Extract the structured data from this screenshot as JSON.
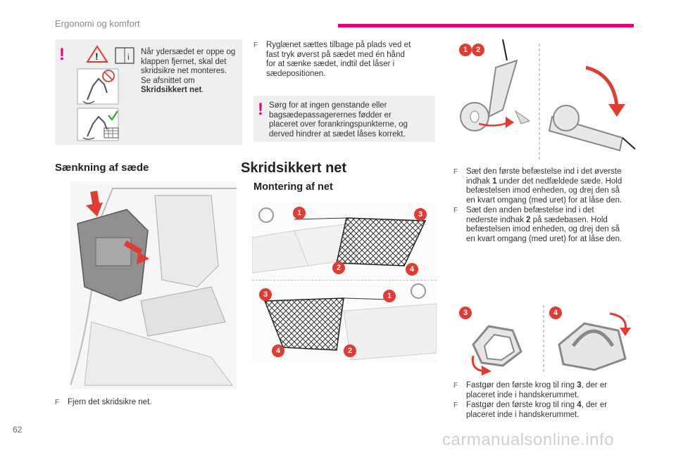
{
  "header": {
    "section_title": "Ergonomi og komfort",
    "accent_color": "#e6007e"
  },
  "page_number": "62",
  "watermark": "carmanualsonline.info",
  "warning_mark": "!",
  "warning_box_1": {
    "text_lines": [
      "Når ydersædet er oppe og",
      "klappen fjernet, skal det",
      "skridsikre net monteres.",
      "Se afsnittet om"
    ],
    "bold": "Skridsikkert net",
    "tail": "."
  },
  "section_lower_seat": {
    "title": "Sænkning af sæde",
    "bullet": "Fjern det skridsikre net."
  },
  "middle_top_bullet": [
    "Ryglænet sættes tilbage på plads ved et",
    "fast tryk øverst på sædet med én hånd",
    "for at sænke sædet, indtil det låser i",
    "sædepositionen."
  ],
  "warning_box_2": [
    "Sørg for at ingen genstande eller",
    "bagsædepassagerernes fødder er",
    "placeret over forankringspunkterne, og",
    "derved hindrer at sædet låses korrekt."
  ],
  "section_net": {
    "title": "Skridsikkert net",
    "subtitle": "Montering af net"
  },
  "right_steps_1": [
    {
      "pre": "Sæt den første befæstelse ind i det øverste",
      "line2_pre": "indhak ",
      "num": "1",
      "line2_post": " under det nedfældede sæde. Hold",
      "rest": [
        "befæstelsen imod enheden, og drej den så",
        "en kvart omgang (med uret) for at låse den."
      ]
    },
    {
      "pre": "Sæt den anden befæstelse ind i det",
      "line2_pre": "nederste indhak ",
      "num": "2",
      "line2_post": " på sædebasen. Hold",
      "rest": [
        "befæstelsen imod enheden, og drej den så",
        "en kvart omgang (med uret) for at låse den."
      ]
    }
  ],
  "right_steps_2": [
    {
      "pre": "Fastgør den første krog til ring ",
      "num": "3",
      "post": ", der er",
      "line2": "placeret inde i handskerummet."
    },
    {
      "pre": "Fastgør den første krog til ring ",
      "num": "4",
      "post": ", der er",
      "line2": "placeret inde i handskerummet."
    }
  ],
  "badges": {
    "b1": "1",
    "b2": "2",
    "b3": "3",
    "b4": "4"
  },
  "bullet_symbol": "F",
  "colors": {
    "badge": "#e03c31",
    "arrow": "#e03c31",
    "box": "#efefef"
  }
}
